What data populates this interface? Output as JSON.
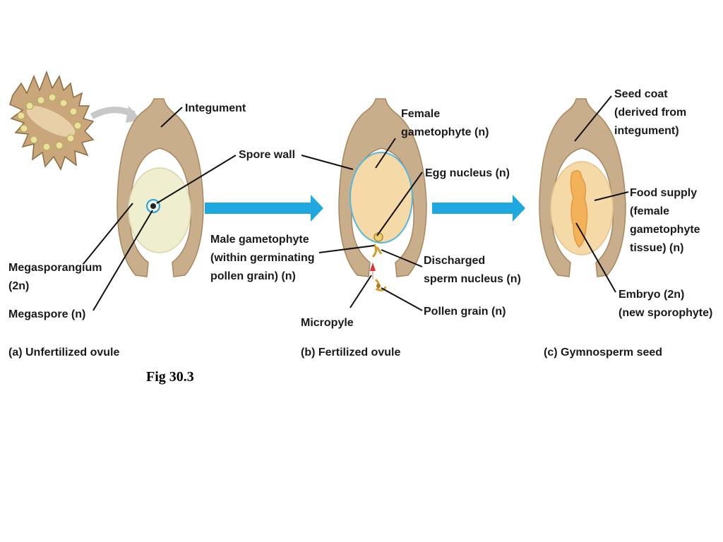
{
  "labels": {
    "integument": "Integument",
    "spore_wall": "Spore wall",
    "megasporangium_1": "Megasporangium",
    "megasporangium_2": "(2n)",
    "megaspore": "Megaspore (n)",
    "female_gametophyte_1": "Female",
    "female_gametophyte_2": "gametophyte (n)",
    "egg_nucleus": "Egg nucleus (n)",
    "male_gametophyte_1": "Male gametophyte",
    "male_gametophyte_2": "(within germinating",
    "male_gametophyte_3": "pollen grain) (n)",
    "discharged_1": "Discharged",
    "discharged_2": "sperm nucleus (n)",
    "pollen_grain": "Pollen grain (n)",
    "micropyle": "Micropyle",
    "seed_coat_1": "Seed coat",
    "seed_coat_2": "(derived from",
    "seed_coat_3": "integument)",
    "food_supply_1": "Food supply",
    "food_supply_2": "(female",
    "food_supply_3": "gametophyte",
    "food_supply_4": "tissue) (n)",
    "embryo_1": "Embryo (2n)",
    "embryo_2": "(new sporophyte)"
  },
  "captions": {
    "a": "(a) Unfertilized ovule",
    "b": "(b) Fertilized ovule",
    "c": "(c) Gymnosperm seed"
  },
  "figure_label": "Fig 30.3",
  "colors": {
    "integument": "#c9ae8c",
    "integument_dark": "#a8875f",
    "megasporangium": "#efeecf",
    "gametophyte": "#f5d9a6",
    "arrow": "#1fa7e0",
    "leader": "#111111"
  }
}
